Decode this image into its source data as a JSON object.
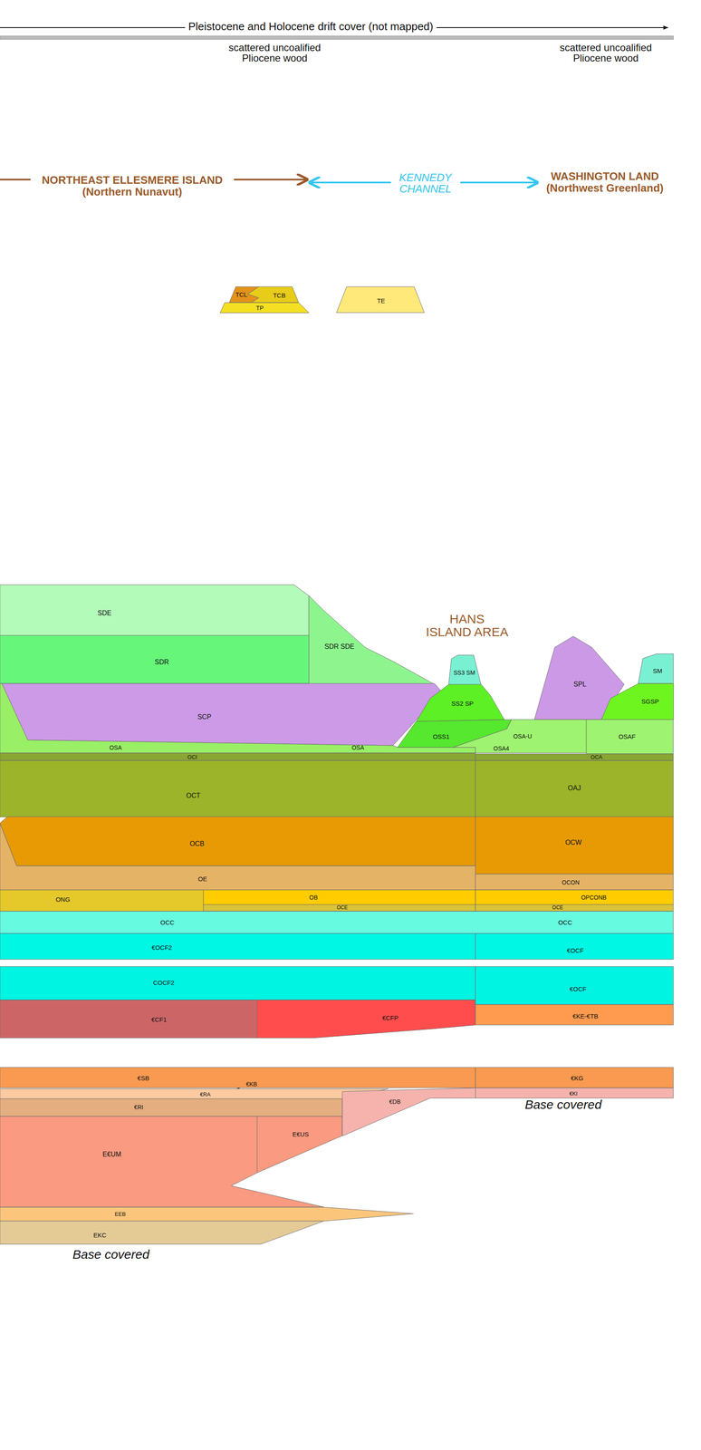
{
  "diagram": {
    "nodes": [
      {
        "text": [
          "TCL"
        ]
      },
      {
        "text": [
          "TCB"
        ]
      },
      {
        "text": [
          "TP"
        ]
      },
      {
        "text": [
          "TE"
        ]
      },
      {
        "text": [
          "SDE"
        ]
      },
      {
        "text": [
          "SDR SDE"
        ]
      },
      {
        "text": [
          "SDR"
        ]
      },
      {
        "text": [
          "SCP"
        ]
      },
      {
        "text": [
          "SS3 SM"
        ]
      },
      {
        "text": [
          "SS2 SP"
        ]
      },
      {
        "text": [
          "SPL"
        ]
      },
      {
        "text": [
          "SM"
        ]
      },
      {
        "text": [
          "SGSP"
        ]
      },
      {
        "text": [
          "OSS1"
        ]
      },
      {
        "text": [
          "OSA",
          "OSA"
        ]
      },
      {
        "text": [
          "OSA-U",
          "OSA4"
        ]
      },
      {
        "text": [
          "OSAF"
        ]
      },
      {
        "text": [
          "OCI"
        ]
      },
      {
        "text": [
          "OCA"
        ]
      },
      {
        "text": [
          "OCT"
        ]
      },
      {
        "text": [
          "OAJ"
        ]
      },
      {
        "text": [
          "OCB"
        ]
      },
      {
        "text": [
          "OCW"
        ]
      },
      {
        "text": [
          "OE"
        ]
      },
      {
        "text": [
          "OCON"
        ]
      },
      {
        "text": [
          "ONG"
        ]
      },
      {
        "text": [
          "OB"
        ]
      },
      {
        "text": [
          "OPCONB"
        ]
      },
      {
        "text": [
          "OCE"
        ]
      },
      {
        "text": [
          "OCE"
        ]
      },
      {
        "text": [
          "OCC",
          "OCC"
        ]
      },
      {
        "text": [
          "€OCF2"
        ]
      },
      {
        "text": [
          "€OCF"
        ]
      },
      {
        "text": [
          "COCF2"
        ]
      },
      {
        "text": [
          "€OCF"
        ]
      },
      {
        "text": [
          "€CF1"
        ]
      },
      {
        "text": [
          "€CFP"
        ]
      },
      {
        "text": [
          "€KE-€TB"
        ]
      },
      {
        "text": [
          "€SB"
        ]
      },
      {
        "text": [
          "€KG"
        ]
      },
      {
        "text": [
          "€RA"
        ]
      },
      {
        "text": [
          "€KI"
        ]
      },
      {
        "text": [
          "€RI"
        ]
      },
      {
        "text": [
          "€DB"
        ]
      },
      {
        "text": [
          "E€US"
        ]
      },
      {
        "text": [
          "E€UM"
        ]
      },
      {
        "text": [
          "EEB"
        ]
      },
      {
        "text": [
          "EKC"
        ]
      }
    ],
    "labels": [
      "Pleistocene and Holocene drift cover (not mapped)",
      "scattered uncoalified Pliocene wood",
      "scattered uncoalified Pliocene wood",
      "NORTHEAST ELLESMERE ISLAND (Northern Nunavut)",
      "KENNEDY CHANNEL",
      "WASHINGTON LAND (Northwest Greenland)",
      "HANS ISLAND AREA",
      "€KB",
      "Base covered",
      "Base covered"
    ]
  }
}
